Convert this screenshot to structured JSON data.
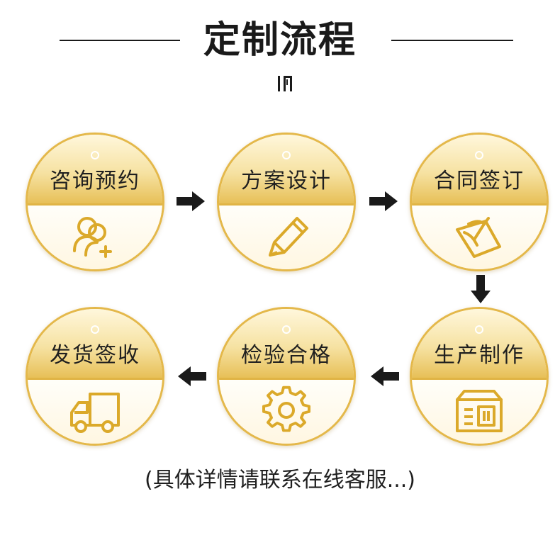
{
  "title": "定制流程",
  "steps": [
    {
      "label": "咨询预约",
      "icon": "consult-user-add-icon"
    },
    {
      "label": "方案设计",
      "icon": "pencil-icon"
    },
    {
      "label": "合同签订",
      "icon": "contract-sign-icon"
    },
    {
      "label": "生产制作",
      "icon": "production-box-icon"
    },
    {
      "label": "检验合格",
      "icon": "gear-icon"
    },
    {
      "label": "发货签收",
      "icon": "delivery-truck-icon"
    }
  ],
  "note": "(具体详情请联系在线客服...)",
  "colors": {
    "gold": "#e4b84a",
    "gold_dark": "#d8a928",
    "text": "#1f1f1f",
    "arrow": "#1a1a1a"
  }
}
